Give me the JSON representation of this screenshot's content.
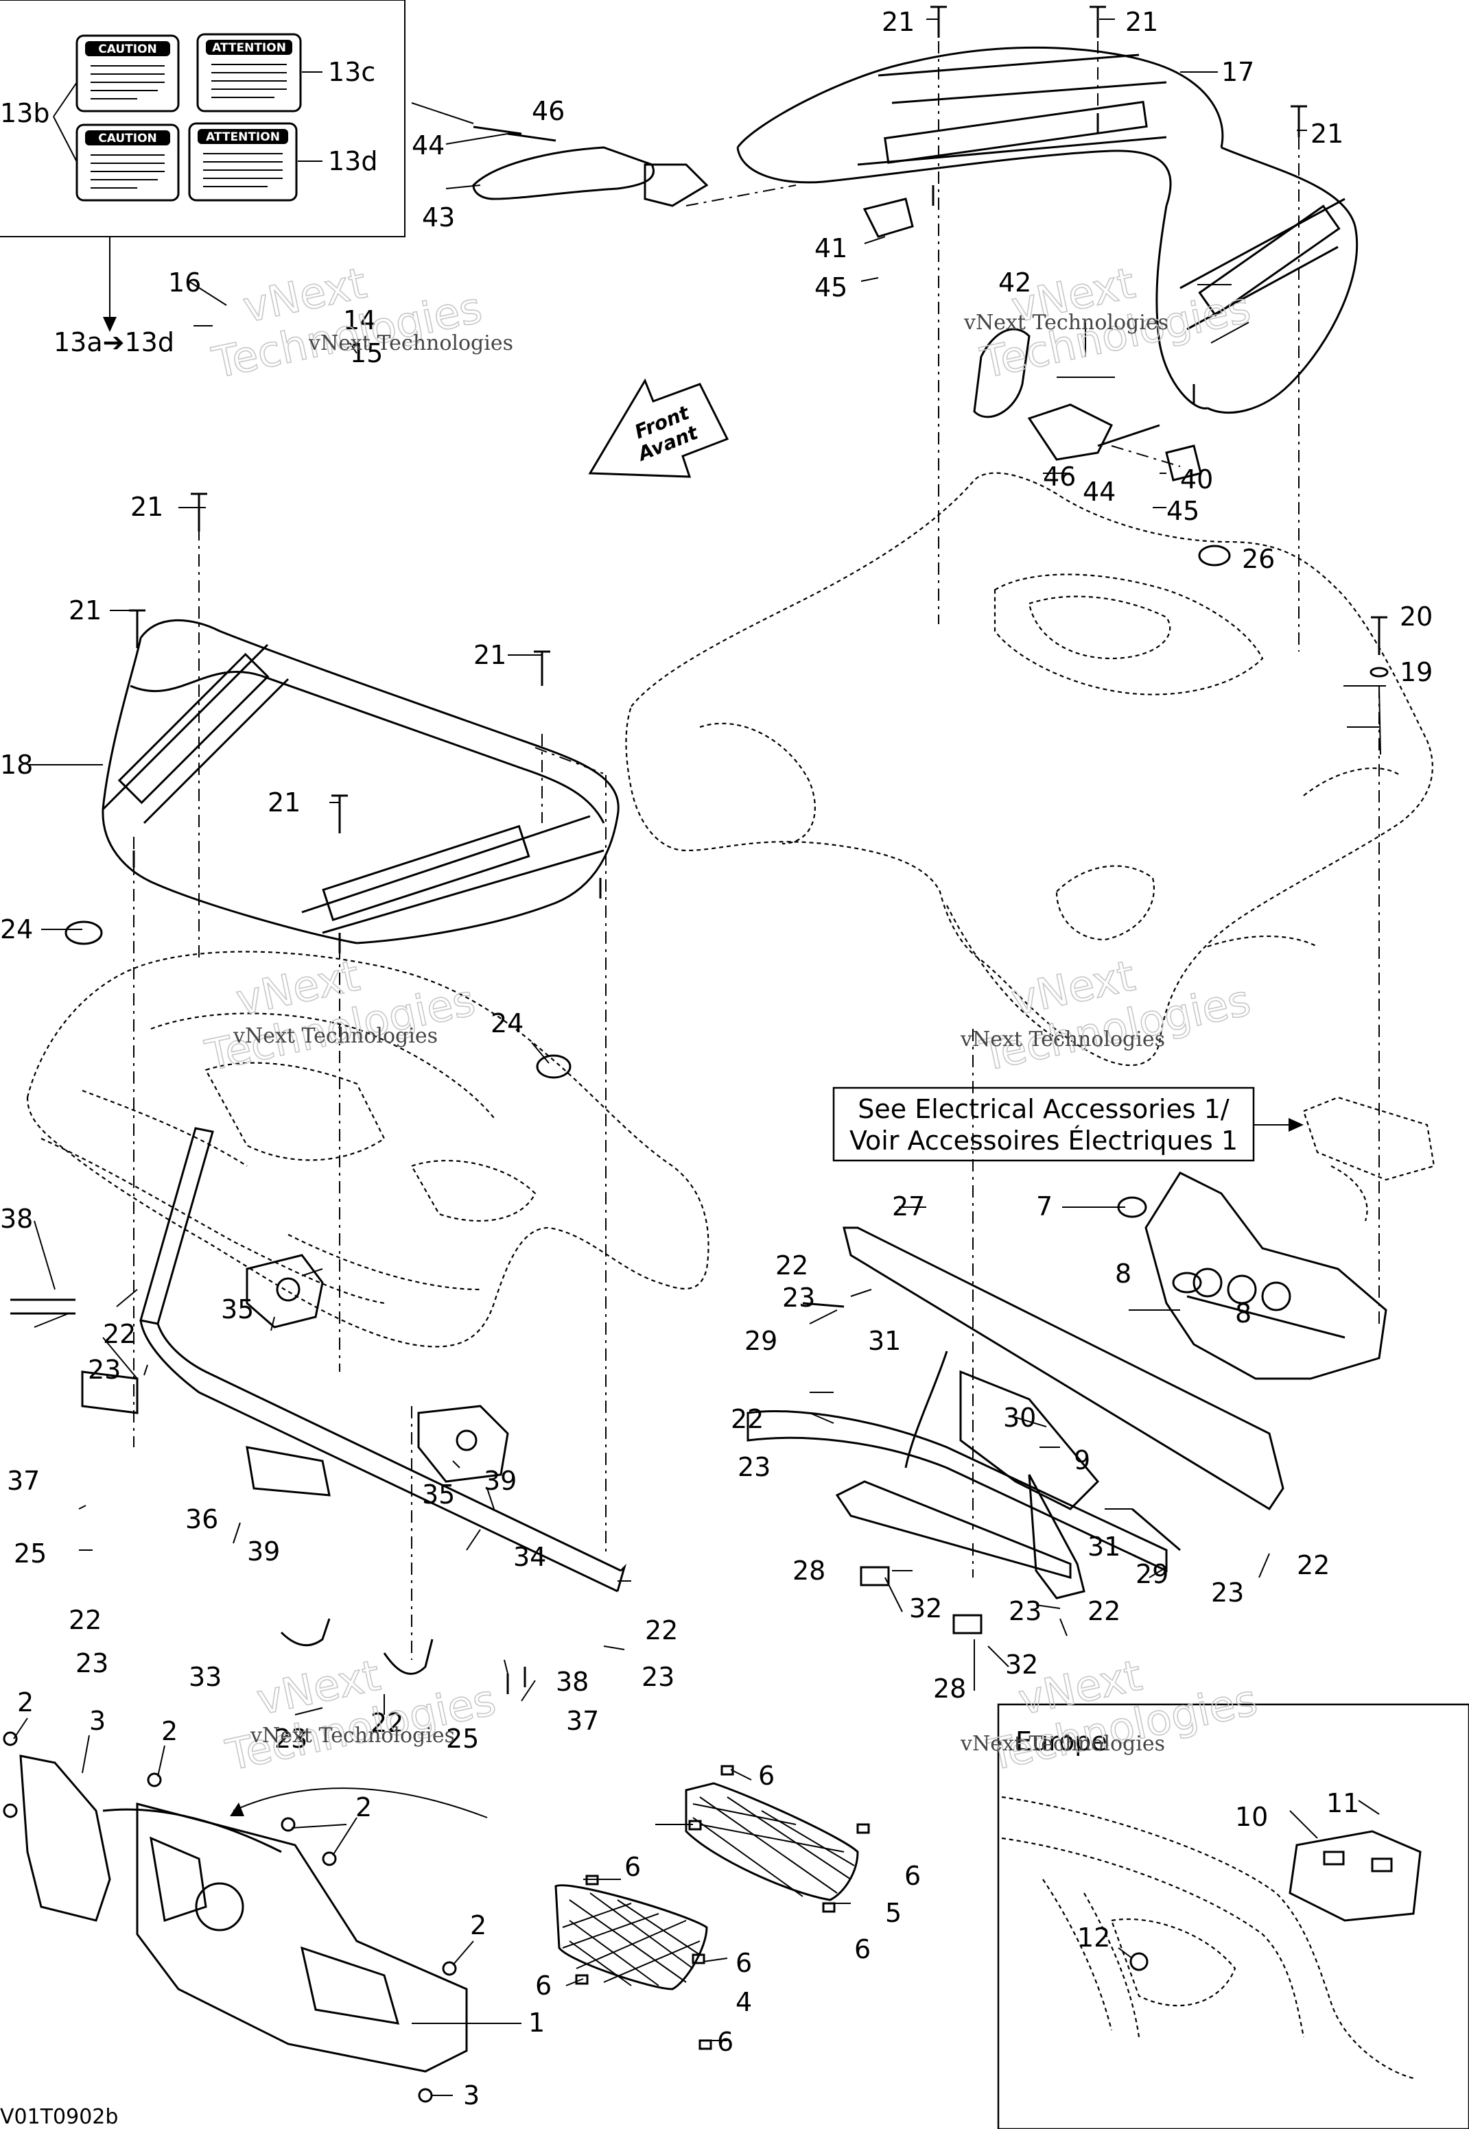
{
  "diagram_code": "V01T0902b",
  "note": {
    "line1": "See Electrical Accessories 1/",
    "line2": "Voir Accessoires Électriques 1"
  },
  "front_arrow": {
    "line1": "Front",
    "line2": "Avant"
  },
  "europe_label": "Europe",
  "watermark": {
    "line1": "vNext",
    "line2": "Technologies",
    "small": "vNext Technologies"
  },
  "decals": {
    "caution": "CAUTION",
    "attention": "ATTENTION"
  },
  "decal_ref": "13a➔13d",
  "callouts": {
    "c1": "1",
    "c2": "2",
    "c3": "3",
    "c4": "4",
    "c5": "5",
    "c6": "6",
    "c7": "7",
    "c8": "8",
    "c9": "9",
    "c10": "10",
    "c11": "11",
    "c12": "12",
    "c13b": "13b",
    "c13c": "13c",
    "c13d": "13d",
    "c14": "14",
    "c15": "15",
    "c16": "16",
    "c17": "17",
    "c18": "18",
    "c19": "19",
    "c20": "20",
    "c21": "21",
    "c22": "22",
    "c23": "23",
    "c24": "24",
    "c25": "25",
    "c26": "26",
    "c27": "27",
    "c28": "28",
    "c29": "29",
    "c30": "30",
    "c31": "31",
    "c32": "32",
    "c33": "33",
    "c34": "34",
    "c35": "35",
    "c36": "36",
    "c37": "37",
    "c38": "38",
    "c39": "39",
    "c40": "40",
    "c41": "41",
    "c42": "42",
    "c43": "43",
    "c44": "44",
    "c45": "45",
    "c46": "46"
  }
}
